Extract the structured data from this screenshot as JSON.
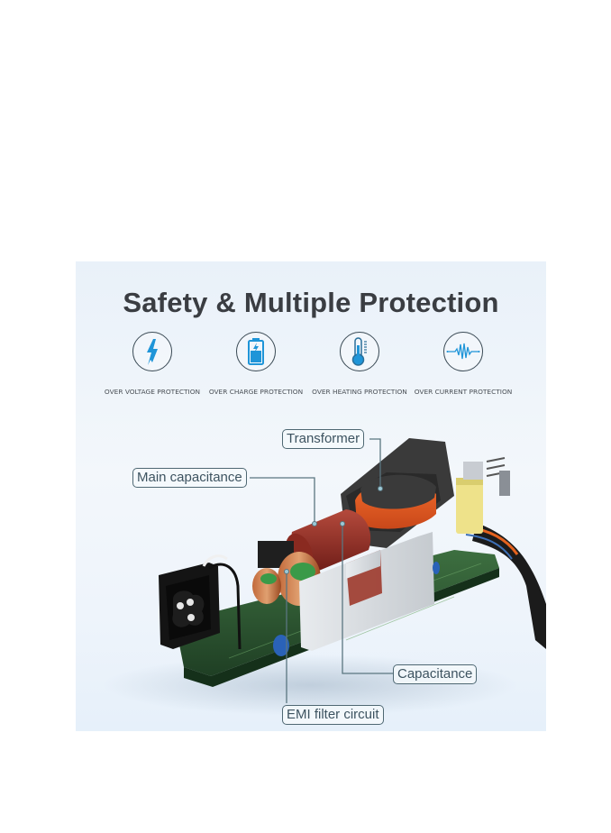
{
  "title": "Safety & Multiple Protection",
  "features": [
    {
      "label": "OVER VOLTAGE PROTECTION",
      "icon": "lightning-bolt-icon"
    },
    {
      "label": "OVER CHARGE PROTECTION",
      "icon": "battery-charge-icon"
    },
    {
      "label": "OVER HEATING PROTECTION",
      "icon": "thermometer-icon"
    },
    {
      "label": "OVER CURRENT PROTECTION",
      "icon": "waveform-icon"
    }
  ],
  "callouts": {
    "transformer": "Transformer",
    "main_capacitance": "Main capacitance",
    "capacitance": "Capacitance",
    "emi_filter": "EMI filter circuit"
  },
  "colors": {
    "accent_blue": "#1f95d8",
    "title": "#3a3d42",
    "callout_border": "#4f6873",
    "pcb_green": "#2e5a32"
  }
}
